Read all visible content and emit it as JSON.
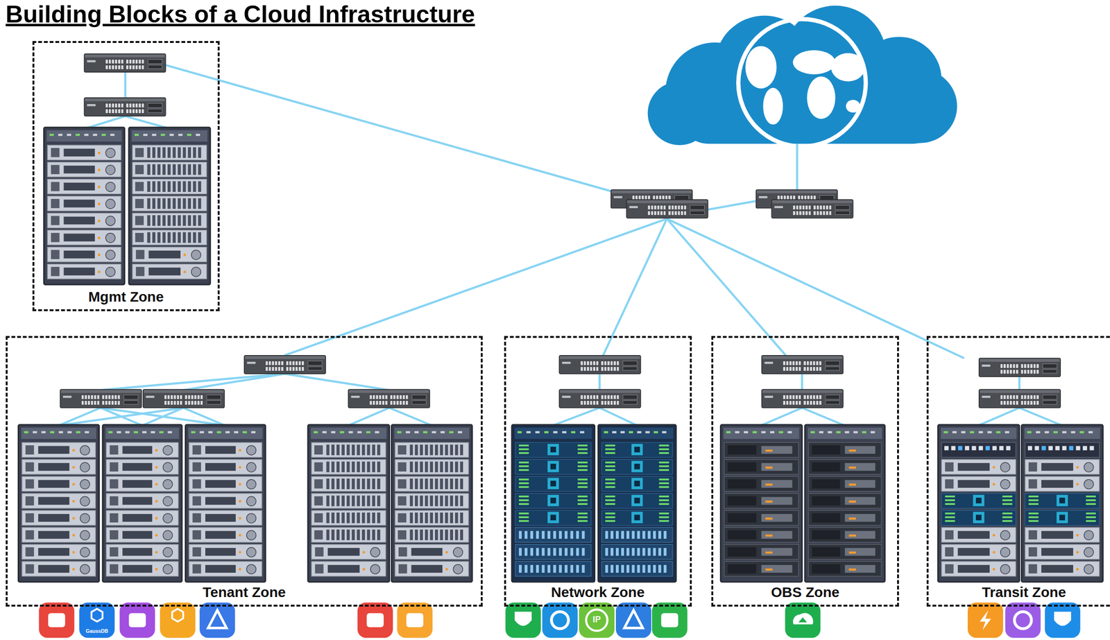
{
  "diagram": {
    "title": "Building Blocks of a Cloud Infrastructure",
    "nodes": [
      {
        "text": [
          "Mgmt Zone"
        ]
      },
      {
        "text": [
          "Tenant Zone"
        ]
      },
      {
        "text": [
          "Network Zone"
        ]
      },
      {
        "text": [
          "OBS Zone"
        ]
      },
      {
        "text": [
          "Transit Zone"
        ]
      }
    ],
    "labels": [
      "GaussDB",
      "IP"
    ]
  }
}
